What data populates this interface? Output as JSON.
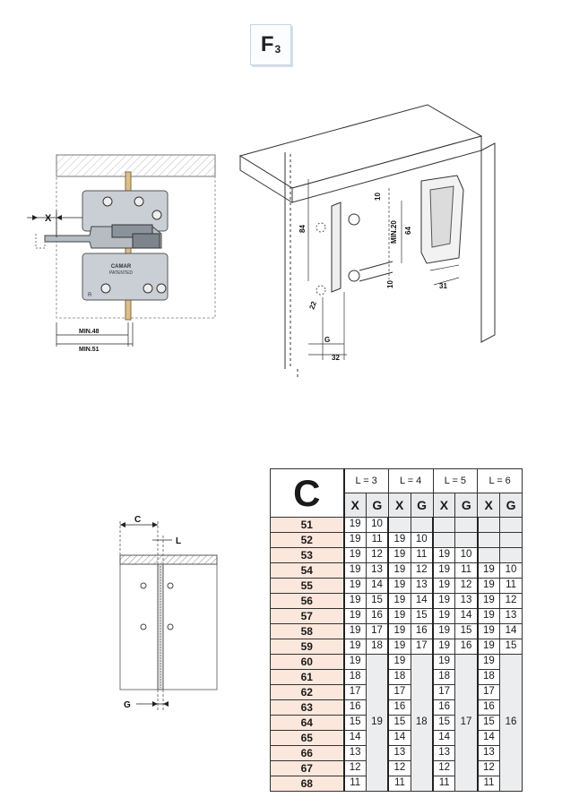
{
  "title": {
    "main": "F",
    "sub": "3"
  },
  "drawing_top_left": {
    "dims": [
      "X",
      "MIN.48",
      "MIN.51"
    ],
    "brand": "CAMAR",
    "patent": "PATENTED",
    "side_mark": "R"
  },
  "drawing_top_right": {
    "dims": [
      "84",
      "10",
      "MIN.20",
      "64",
      "10",
      "31",
      "22",
      "G",
      "32"
    ]
  },
  "drawing_bottom_left": {
    "dims": [
      "C",
      "L",
      "G"
    ]
  },
  "table": {
    "corner": "C",
    "groups": [
      "L = 3",
      "L = 4",
      "L = 5",
      "L = 6"
    ],
    "subheads": [
      "X",
      "G"
    ],
    "rows": [
      {
        "c": "51",
        "v": [
          "19",
          "10",
          "",
          "",
          "",
          "",
          "",
          ""
        ]
      },
      {
        "c": "52",
        "v": [
          "19",
          "11",
          "19",
          "10",
          "",
          "",
          "",
          ""
        ]
      },
      {
        "c": "53",
        "v": [
          "19",
          "12",
          "19",
          "11",
          "19",
          "10",
          "",
          ""
        ]
      },
      {
        "c": "54",
        "v": [
          "19",
          "13",
          "19",
          "12",
          "19",
          "11",
          "19",
          "10"
        ]
      },
      {
        "c": "55",
        "v": [
          "19",
          "14",
          "19",
          "13",
          "19",
          "12",
          "19",
          "11"
        ]
      },
      {
        "c": "56",
        "v": [
          "19",
          "15",
          "19",
          "14",
          "19",
          "13",
          "19",
          "12"
        ]
      },
      {
        "c": "57",
        "v": [
          "19",
          "16",
          "19",
          "15",
          "19",
          "14",
          "19",
          "13"
        ]
      },
      {
        "c": "58",
        "v": [
          "19",
          "17",
          "19",
          "16",
          "19",
          "15",
          "19",
          "14"
        ]
      },
      {
        "c": "59",
        "v": [
          "19",
          "18",
          "19",
          "17",
          "19",
          "16",
          "19",
          "15"
        ]
      },
      {
        "c": "60",
        "v": [
          "19",
          "",
          "19",
          "",
          "19",
          "",
          "19",
          ""
        ]
      },
      {
        "c": "61",
        "v": [
          "18",
          "",
          "18",
          "",
          "18",
          "",
          "18",
          ""
        ]
      },
      {
        "c": "62",
        "v": [
          "17",
          "",
          "17",
          "",
          "17",
          "",
          "17",
          ""
        ]
      },
      {
        "c": "63",
        "v": [
          "16",
          "",
          "16",
          "",
          "16",
          "",
          "16",
          ""
        ]
      },
      {
        "c": "64",
        "v": [
          "15",
          "",
          "15",
          "",
          "15",
          "",
          "15",
          ""
        ]
      },
      {
        "c": "65",
        "v": [
          "14",
          "",
          "14",
          "",
          "14",
          "",
          "14",
          ""
        ]
      },
      {
        "c": "66",
        "v": [
          "13",
          "",
          "13",
          "",
          "13",
          "",
          "13",
          ""
        ]
      },
      {
        "c": "67",
        "v": [
          "12",
          "",
          "12",
          "",
          "12",
          "",
          "12",
          ""
        ]
      },
      {
        "c": "68",
        "v": [
          "11",
          "",
          "11",
          "",
          "11",
          "",
          "11",
          ""
        ]
      }
    ],
    "merged_g": [
      "19",
      "18",
      "17",
      "16"
    ]
  }
}
